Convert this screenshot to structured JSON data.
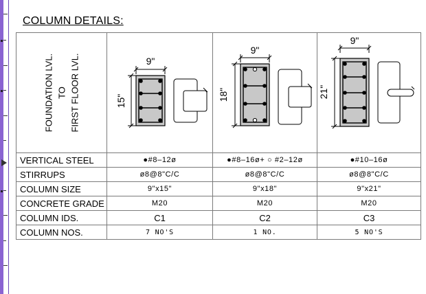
{
  "heading": "COLUMN DETAILS:",
  "level_label": {
    "line1": "FOUNDATION LVL.",
    "line2": "TO",
    "line3": "FIRST FLOOR LVL."
  },
  "columns": [
    {
      "width_dim": "9\"",
      "depth_dim": "15\""
    },
    {
      "width_dim": "9\"",
      "depth_dim": "18\""
    },
    {
      "width_dim": "9\"",
      "depth_dim": "21\""
    }
  ],
  "rows": [
    {
      "label": "VERTICAL STEEL",
      "values": [
        "●#8–12ø",
        "●#8–16ø+ ○ #2–12ø",
        "●#10–16ø"
      ]
    },
    {
      "label": "STIRRUPS",
      "values": [
        "ø8@8\"C/C",
        "ø8@8\"C/C",
        "ø8@8\"C/C"
      ]
    },
    {
      "label": "COLUMN SIZE",
      "values": [
        "9\"x15\"",
        "9\"x18\"",
        "9\"x21\""
      ]
    },
    {
      "label": "CONCRETE GRADE",
      "values": [
        "M20",
        "M20",
        "M20"
      ]
    },
    {
      "label": "COLUMN IDS.",
      "values": [
        "C1",
        "C2",
        "C3"
      ]
    },
    {
      "label": "COLUMN NOS.",
      "values": [
        "7 NO'S",
        "1 NO.",
        "5 NO'S"
      ]
    }
  ]
}
